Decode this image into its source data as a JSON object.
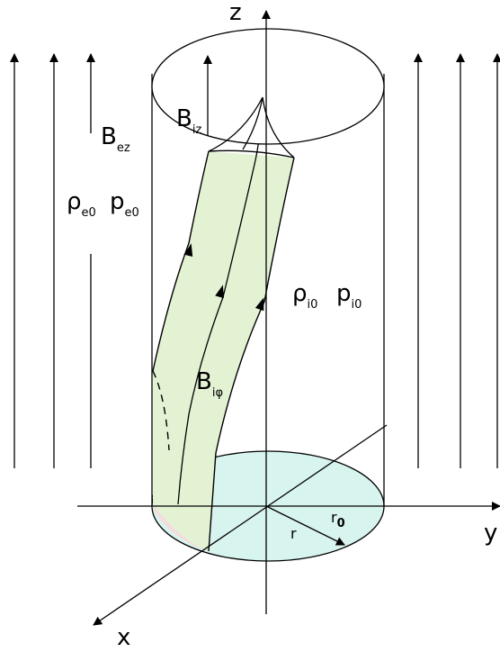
{
  "axes": {
    "z": "z",
    "y": "y",
    "x": "x"
  },
  "labels": {
    "B_ez": {
      "main": "B",
      "sub": "ez"
    },
    "B_iz": {
      "main": "B",
      "sub": "iz"
    },
    "B_iphi": {
      "main": "B",
      "sub": "iφ"
    },
    "rho_e0": {
      "main": "ρ",
      "sub": "e0"
    },
    "p_e0": {
      "main": "p",
      "sub": "e0"
    },
    "rho_i0": {
      "main": "ρ",
      "sub": "i0"
    },
    "p_i0": {
      "main": "p",
      "sub": "i0"
    },
    "r": "r",
    "r0": {
      "main": "r",
      "sub": "0"
    }
  },
  "colors": {
    "tube_fill": "#e4f2d4",
    "base_fill": "#d8f4ee",
    "sector_fill": "#f4dcdc",
    "stroke": "#000000"
  }
}
